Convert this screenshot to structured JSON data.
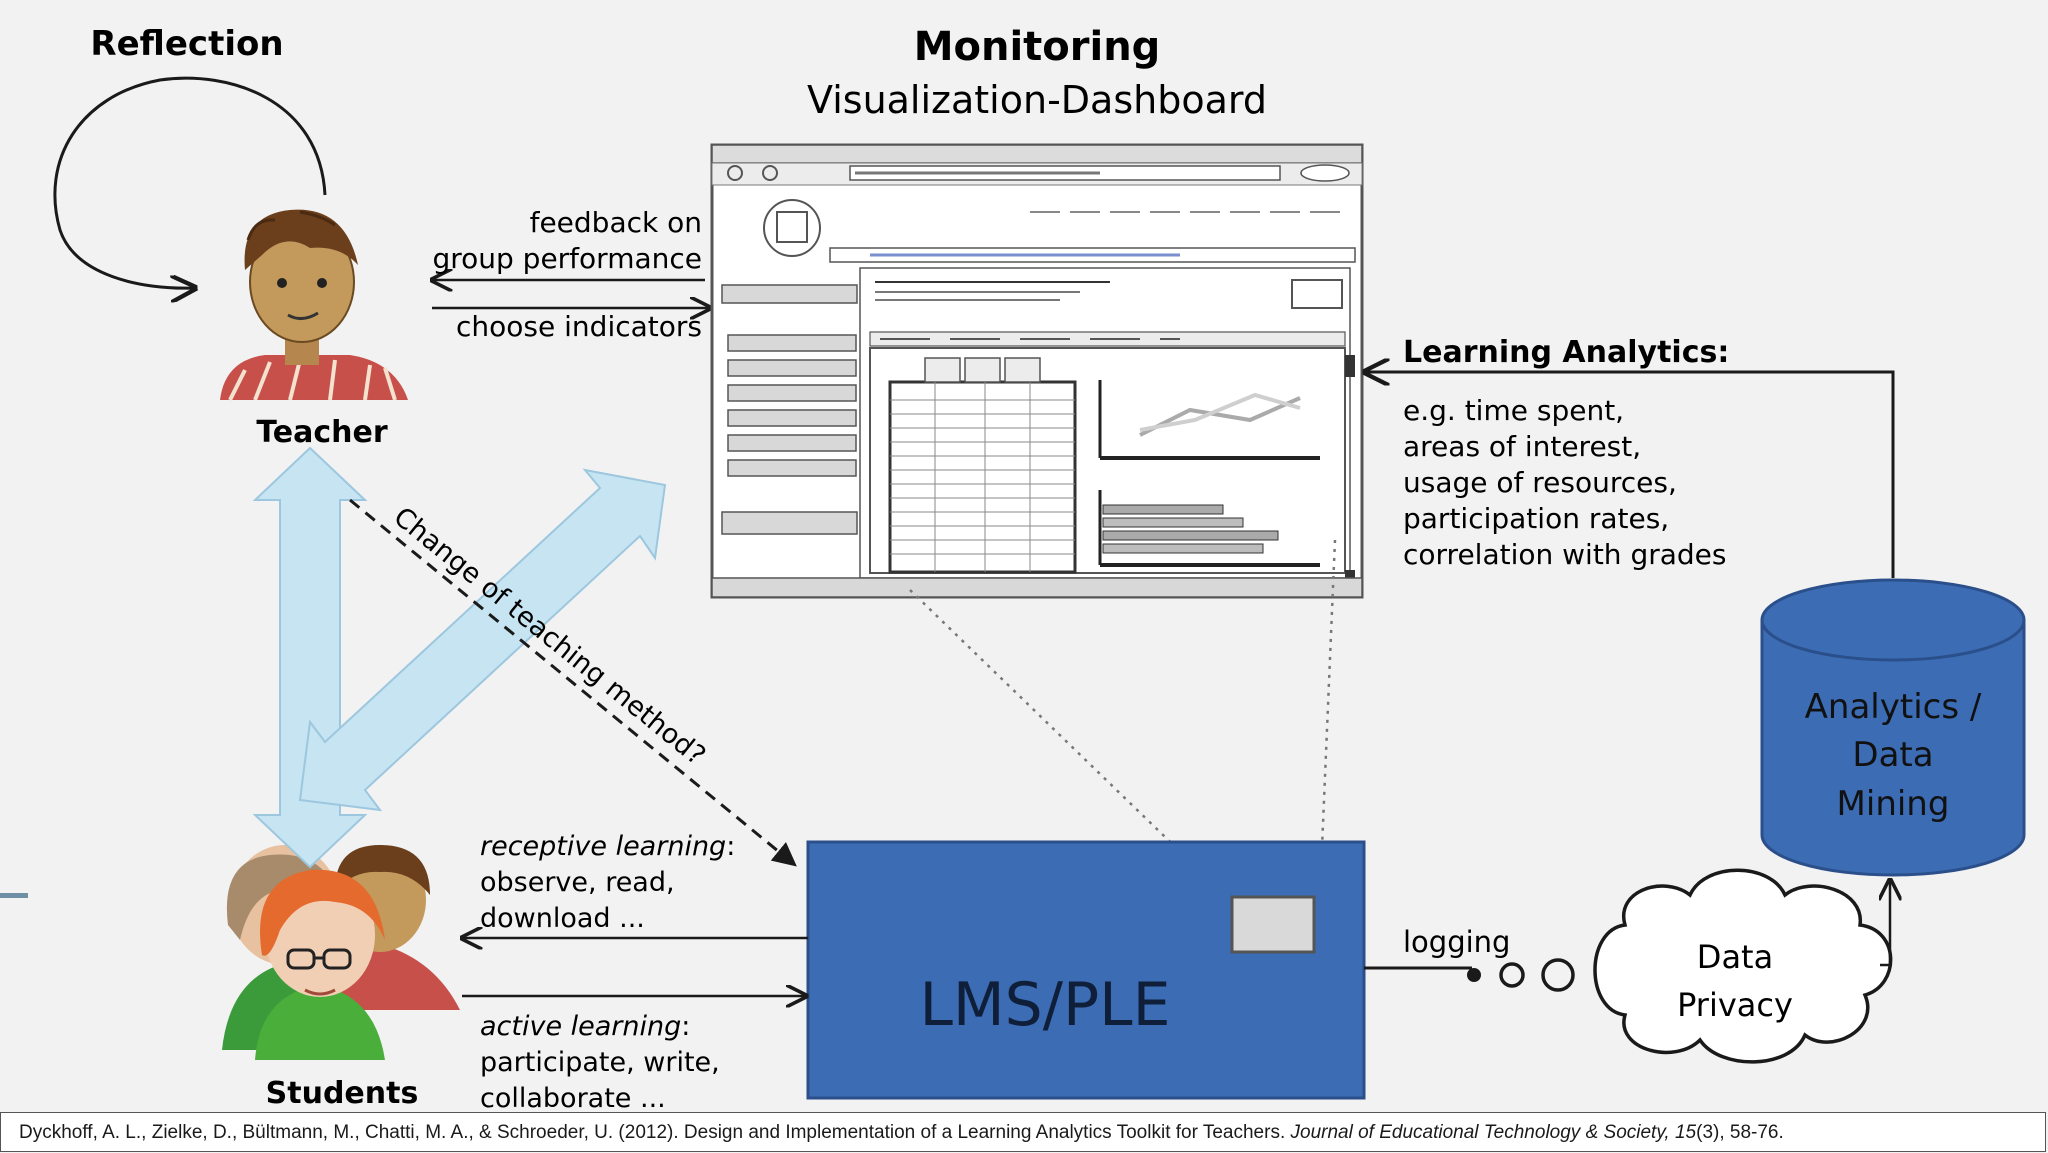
{
  "reflection": "Reflection",
  "monitoring": "Monitoring",
  "dashboard": "Visualization-Dashboard",
  "feedback_line1": "feedback on",
  "feedback_line2": "group performance",
  "choose_indicators": "choose indicators",
  "teacher": "Teacher",
  "students": "Students",
  "change_method": "Change of teaching method?",
  "learning_analytics_title": "Learning Analytics:",
  "learning_analytics_items": [
    "e.g. time spent,",
    "areas of interest,",
    "usage of resources,",
    "participation rates,",
    "correlation with grades"
  ],
  "analytics_db": [
    "Analytics /",
    "Data",
    "Mining"
  ],
  "data_privacy": [
    "Data",
    "Privacy"
  ],
  "logging": "logging",
  "lms": "LMS/PLE",
  "receptive_title": "receptive learning",
  "receptive_colon": ":",
  "receptive_line2": "observe, read,",
  "receptive_line3": "download ...",
  "active_title": "active learning",
  "active_colon": ":",
  "active_line2": "participate, write,",
  "active_line3": "collaborate ...",
  "citation": {
    "prefix": "Dyckhoff, A. L., Zielke, D., Bültmann, M., Chatti, M. A., & Schroeder, U. (2012). Design and Implementation of a Learning Analytics Toolkit for Teachers. ",
    "journal": "Journal of Educational Technology & Society, 15",
    "suffix": "(3), 58-76."
  },
  "colors": {
    "blue_box": "#3c6cb4",
    "arrow_fill": "#c6e4f2",
    "arrow_stroke": "#9dc7de"
  }
}
